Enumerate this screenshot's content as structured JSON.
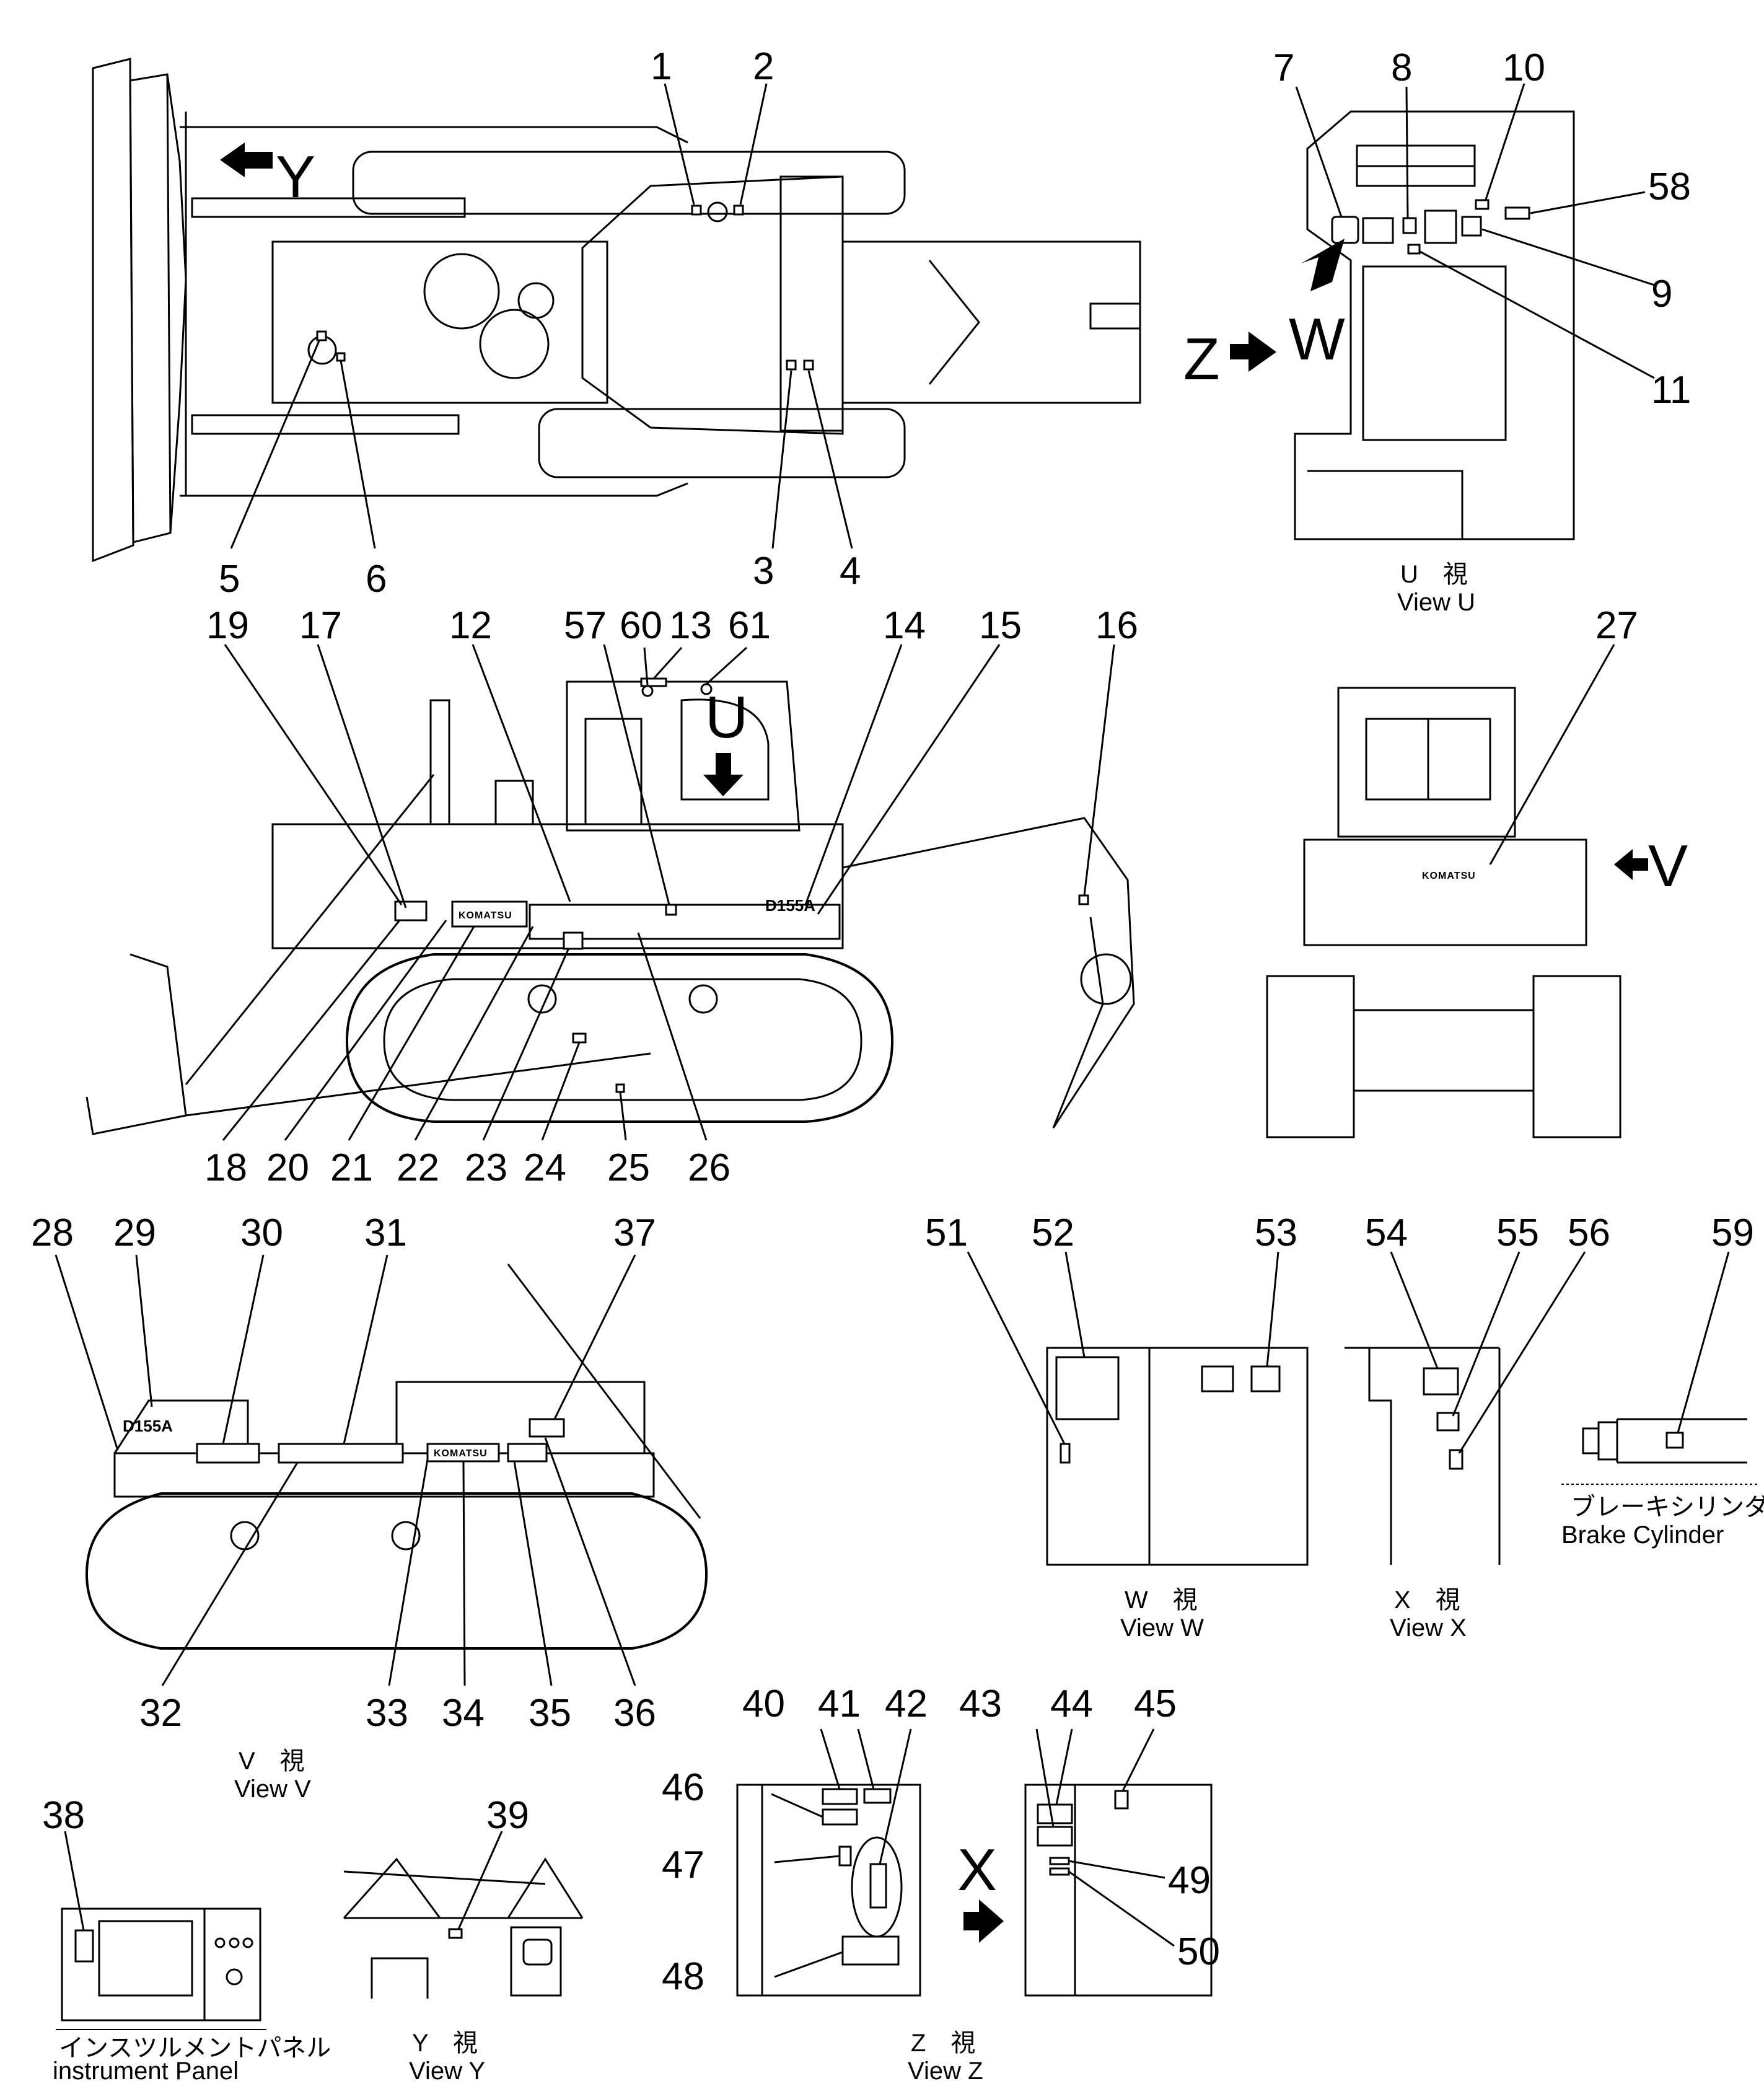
{
  "title": "",
  "callouts": [
    "1",
    "2",
    "3",
    "4",
    "5",
    "6",
    "7",
    "8",
    "9",
    "10",
    "11",
    "12",
    "13",
    "14",
    "15",
    "16",
    "17",
    "18",
    "19",
    "20",
    "21",
    "22",
    "23",
    "24",
    "25",
    "26",
    "27",
    "28",
    "29",
    "30",
    "31",
    "32",
    "33",
    "34",
    "35",
    "36",
    "37",
    "38",
    "39",
    "40",
    "41",
    "42",
    "43",
    "44",
    "45",
    "46",
    "47",
    "48",
    "49",
    "50",
    "51",
    "52",
    "53",
    "54",
    "55",
    "56",
    "57",
    "58",
    "59",
    "60",
    "61"
  ],
  "captions": {
    "view_u": {
      "jp": "U　視",
      "en": "View U"
    },
    "view_v": {
      "jp": "V　視",
      "en": "View V"
    },
    "view_w": {
      "jp": "W　視",
      "en": "View W"
    },
    "view_x": {
      "jp": "X　視",
      "en": "View X"
    },
    "view_y": {
      "jp": "Y　視",
      "en": "View Y"
    },
    "view_z": {
      "jp": "Z　視",
      "en": "View Z"
    },
    "brake_cylinder": {
      "jp": "ブレーキシリンダ",
      "en": "Brake Cylinder"
    },
    "instrument_panel": {
      "jp": "インスツルメントパネル",
      "en": "instrument Panel"
    }
  },
  "view_letters": {
    "y": "Y",
    "u": "U",
    "v": "V",
    "w": "W",
    "z": "Z",
    "x": "X"
  },
  "decal_text": {
    "brand": "KOMATSU",
    "model": "D155A"
  }
}
